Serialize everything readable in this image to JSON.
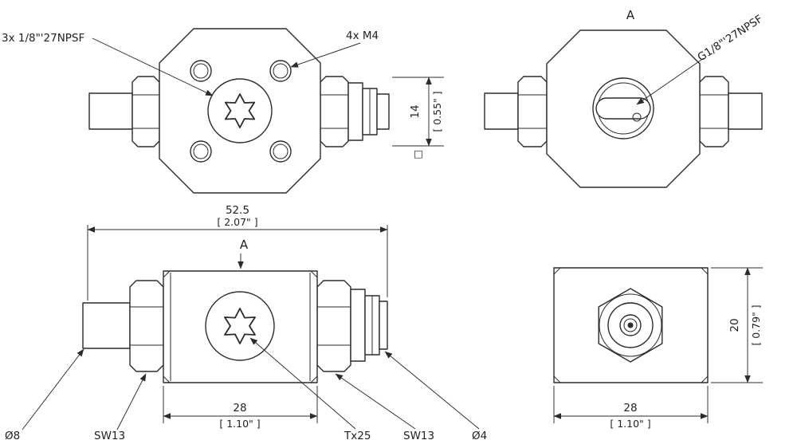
{
  "colors": {
    "line": "#2b2b2b",
    "background": "#ffffff"
  },
  "views": {
    "front": {
      "label_thread": "3x 1/8\"'27NPSF",
      "label_screws": "4x M4",
      "dim_mm": "14",
      "dim_in": "[ 0.55\" ]",
      "square_symbol": "□"
    },
    "section": {
      "label": "A",
      "label_thread": "G1/8\"'27NPSF"
    },
    "side": {
      "dim_overall_mm": "52.5",
      "dim_overall_in": "[ 2.07\" ]",
      "label_section": "A",
      "dim_body_mm": "28",
      "dim_body_in": "[ 1.10\" ]",
      "label_dia_left": "Ø8",
      "label_wrench_left": "SW13",
      "label_torx": "Tx25",
      "label_wrench_right": "SW13",
      "label_dia_right": "Ø4"
    },
    "end": {
      "dim_height_mm": "20",
      "dim_height_in": "[ 0.79\" ]",
      "dim_width_mm": "28",
      "dim_width_in": "[ 1.10\" ]"
    }
  }
}
